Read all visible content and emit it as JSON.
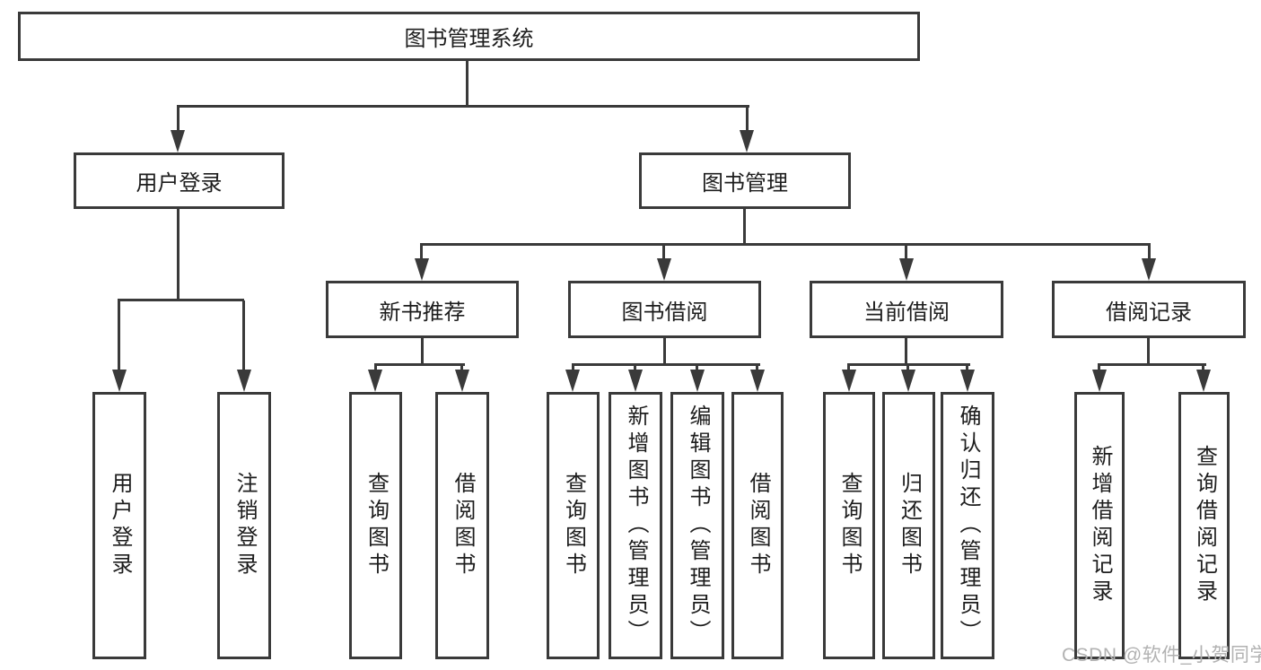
{
  "tree": {
    "label": "图书管理系统",
    "children": [
      {
        "label": "用户登录",
        "children": [
          {
            "label": "用户登录"
          },
          {
            "label": "注销登录"
          }
        ]
      },
      {
        "label": "图书管理",
        "children": [
          {
            "label": "新书推荐",
            "children": [
              {
                "label": "查询图书"
              },
              {
                "label": "借阅图书"
              }
            ]
          },
          {
            "label": "图书借阅",
            "children": [
              {
                "label": "查询图书"
              },
              {
                "label": "新增图书（管理员）"
              },
              {
                "label": "编辑图书（管理员）"
              },
              {
                "label": "借阅图书"
              }
            ]
          },
          {
            "label": "当前借阅",
            "children": [
              {
                "label": "查询图书"
              },
              {
                "label": "归还图书"
              },
              {
                "label": "确认归还（管理员）"
              }
            ]
          },
          {
            "label": "借阅记录",
            "children": [
              {
                "label": "新增借阅记录"
              },
              {
                "label": "查询借阅记录"
              }
            ]
          }
        ]
      }
    ]
  },
  "watermark": {
    "text": "CSDN @软件_小贺同学"
  },
  "colors": {
    "line": "#3a3a3a",
    "text": "#1d1d1d",
    "watermark": "#b2b2b2",
    "background": "#ffffff"
  }
}
